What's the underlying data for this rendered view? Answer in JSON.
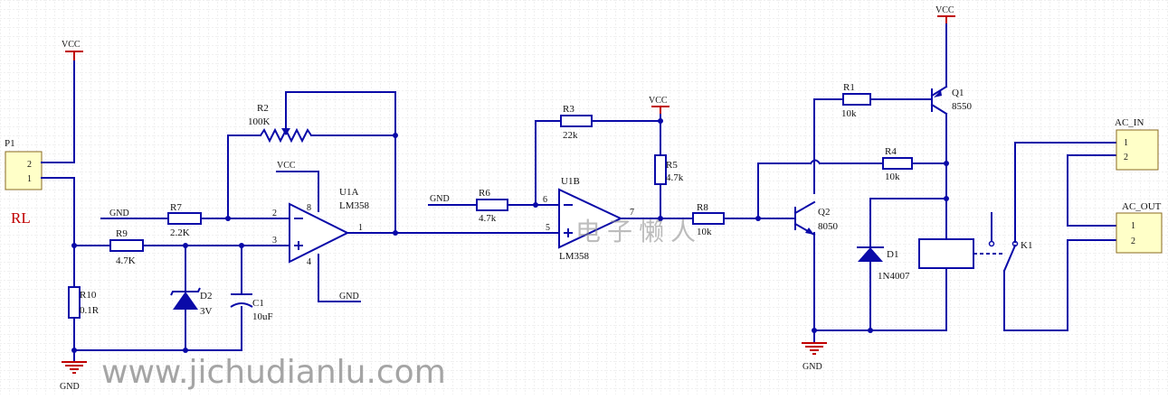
{
  "colors": {
    "wire": "#0a0aa8",
    "power_net": "#c00000",
    "connector_fill": "#ffffc8",
    "component_fill": "#0a0aa8",
    "rl_label": "#c00000",
    "watermark": "#888888"
  },
  "connectors": {
    "p1": {
      "ref": "P1",
      "pins": [
        "2",
        "1"
      ],
      "label": "RL"
    },
    "ac_in": {
      "ref": "AC_IN",
      "pins": [
        "1",
        "2"
      ]
    },
    "ac_out": {
      "ref": "AC_OUT",
      "pins": [
        "1",
        "2"
      ]
    }
  },
  "nets": {
    "vcc": "VCC",
    "gnd": "GND"
  },
  "resistors": {
    "r1": {
      "ref": "R1",
      "value": "10k"
    },
    "r2": {
      "ref": "R2",
      "value": "100K"
    },
    "r3": {
      "ref": "R3",
      "value": "22k"
    },
    "r4": {
      "ref": "R4",
      "value": "10k"
    },
    "r5": {
      "ref": "R5",
      "value": "4.7k"
    },
    "r6": {
      "ref": "R6",
      "value": "4.7k"
    },
    "r7": {
      "ref": "R7",
      "value": "2.2K"
    },
    "r8": {
      "ref": "R8",
      "value": "10k"
    },
    "r9": {
      "ref": "R9",
      "value": "4.7K"
    },
    "r10": {
      "ref": "R10",
      "value": "0.1R"
    }
  },
  "opamps": {
    "u1a": {
      "ref": "U1A",
      "value": "LM358",
      "pins": {
        "inv": "2",
        "noninv": "3",
        "out": "1",
        "vplus": "8",
        "vminus": "4"
      }
    },
    "u1b": {
      "ref": "U1B",
      "value": "LM358",
      "pins": {
        "inv": "6",
        "noninv": "5",
        "out": "7"
      }
    }
  },
  "transistors": {
    "q1": {
      "ref": "Q1",
      "value": "8550"
    },
    "q2": {
      "ref": "Q2",
      "value": "8050"
    }
  },
  "diodes": {
    "d1": {
      "ref": "D1",
      "value": "1N4007"
    },
    "d2": {
      "ref": "D2",
      "value": "3V"
    }
  },
  "capacitors": {
    "c1": {
      "ref": "C1",
      "value": "10uF"
    }
  },
  "relay": {
    "ref": "K1"
  },
  "watermark": {
    "url": "www.jichudianlu.com",
    "chinese": "电 子 懒 人"
  }
}
